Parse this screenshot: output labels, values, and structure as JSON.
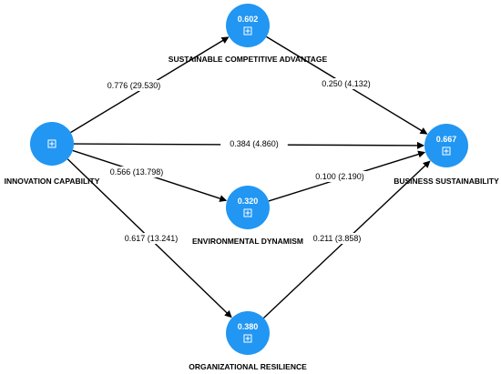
{
  "colors": {
    "node_fill": "#2196f3",
    "edge": "#000000",
    "text": "#000000",
    "node_text": "#ffffff"
  },
  "nodes": [
    {
      "id": "ic",
      "label": "INNOVATION CAPABILITY",
      "value": "",
      "icon": "expand-square-icon"
    },
    {
      "id": "sca",
      "label": "SUSTAINABLE COMPETITIVE ADVANTAGE",
      "value": "0.602",
      "icon": "expand-square-icon"
    },
    {
      "id": "ed",
      "label": "ENVIRONMENTAL DYNAMISM",
      "value": "0.320",
      "icon": "expand-square-icon"
    },
    {
      "id": "or",
      "label": "ORGANIZATIONAL RESILIENCE",
      "value": "0.380",
      "icon": "expand-square-icon"
    },
    {
      "id": "bs",
      "label": "BUSINESS SUSTAINABILITY",
      "value": "0.667",
      "icon": "expand-square-icon"
    }
  ],
  "edges": [
    {
      "from": "ic",
      "to": "sca",
      "label": "0.776 (29.530)"
    },
    {
      "from": "ic",
      "to": "bs",
      "label": "0.384 (4.860)"
    },
    {
      "from": "ic",
      "to": "ed",
      "label": "0.566 (13.798)"
    },
    {
      "from": "ic",
      "to": "or",
      "label": "0.617 (13.241)"
    },
    {
      "from": "sca",
      "to": "bs",
      "label": "0.250 (4.132)"
    },
    {
      "from": "ed",
      "to": "bs",
      "label": "0.100 (2.190)"
    },
    {
      "from": "or",
      "to": "bs",
      "label": "0.211 (3.858)"
    }
  ]
}
